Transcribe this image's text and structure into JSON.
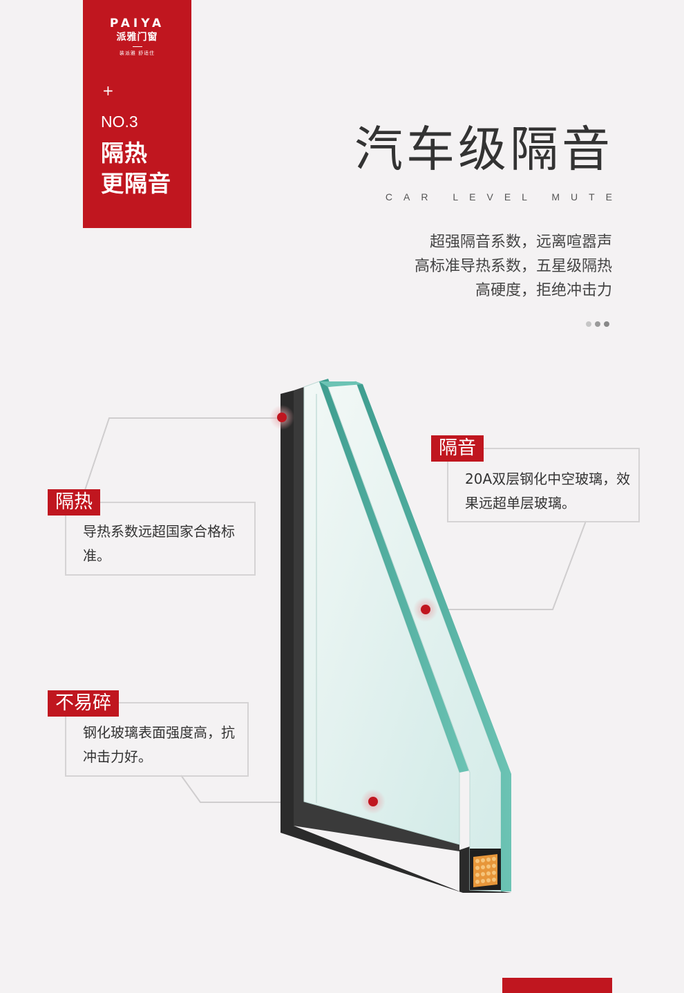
{
  "brand": {
    "logo_en": "PAIYA",
    "logo_cn": "派雅门窗",
    "slogan": "装派雅 舒适住",
    "plus": "+",
    "number": "NO.3",
    "feature_line1": "隔热",
    "feature_line2": "更隔音",
    "color": "#c0161f"
  },
  "header": {
    "title": "汽车级隔音",
    "subtitle": "CAR LEVEL MUTE",
    "desc_lines": [
      "超强隔音系数，远离喧嚣声",
      "高标准导热系数，五星级隔热",
      "高硬度，拒绝冲击力"
    ]
  },
  "callouts": {
    "heat": {
      "tag": "隔热",
      "text": "导热系数远超国家合格标准。"
    },
    "sound": {
      "tag": "隔音",
      "text": "20A双层钢化中空玻璃，效果远超单层玻璃。"
    },
    "break": {
      "tag": "不易碎",
      "text": "钢化玻璃表面强度高，抗冲击力好。"
    }
  },
  "colors": {
    "accent": "#c0161f",
    "glass_edge": "#4fb0a0",
    "frame": "#2b2b2b",
    "background": "#f4f2f3"
  }
}
